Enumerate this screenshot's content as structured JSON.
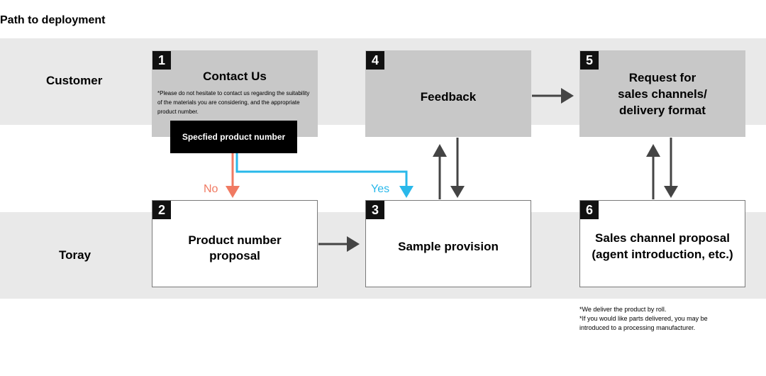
{
  "title": "Path to deployment",
  "lanes": {
    "customer": "Customer",
    "toray": "Toray"
  },
  "steps": [
    {
      "num": "1",
      "label": "Contact Us",
      "note": "*Please do not hesitate to contact us regarding the suitability of the materials you are considering, and the appropriate product number."
    },
    {
      "num": "2",
      "label_line1": "Product number",
      "label_line2": "proposal"
    },
    {
      "num": "3",
      "label": "Sample provision"
    },
    {
      "num": "4",
      "label": "Feedback"
    },
    {
      "num": "5",
      "label_line1": "Request for",
      "label_line2": "sales channels/",
      "label_line3": "delivery format"
    },
    {
      "num": "6",
      "label_line1": "Sales channel proposal",
      "label_line2": "(agent introduction, etc.)"
    }
  ],
  "decision": "Specfied product number",
  "branches": {
    "no": "No",
    "yes": "Yes"
  },
  "colors": {
    "lane_bg": "#e9e9e9",
    "customer_box": "#c8c8c8",
    "no_arrow": "#f07a62",
    "yes_arrow": "#29b8ea",
    "arrow": "#444444"
  },
  "footnote": {
    "line1": "*We deliver the product by roll.",
    "line2": "*If you would like parts delivered, you may be",
    "line3": "introduced to a processing manufacturer."
  }
}
